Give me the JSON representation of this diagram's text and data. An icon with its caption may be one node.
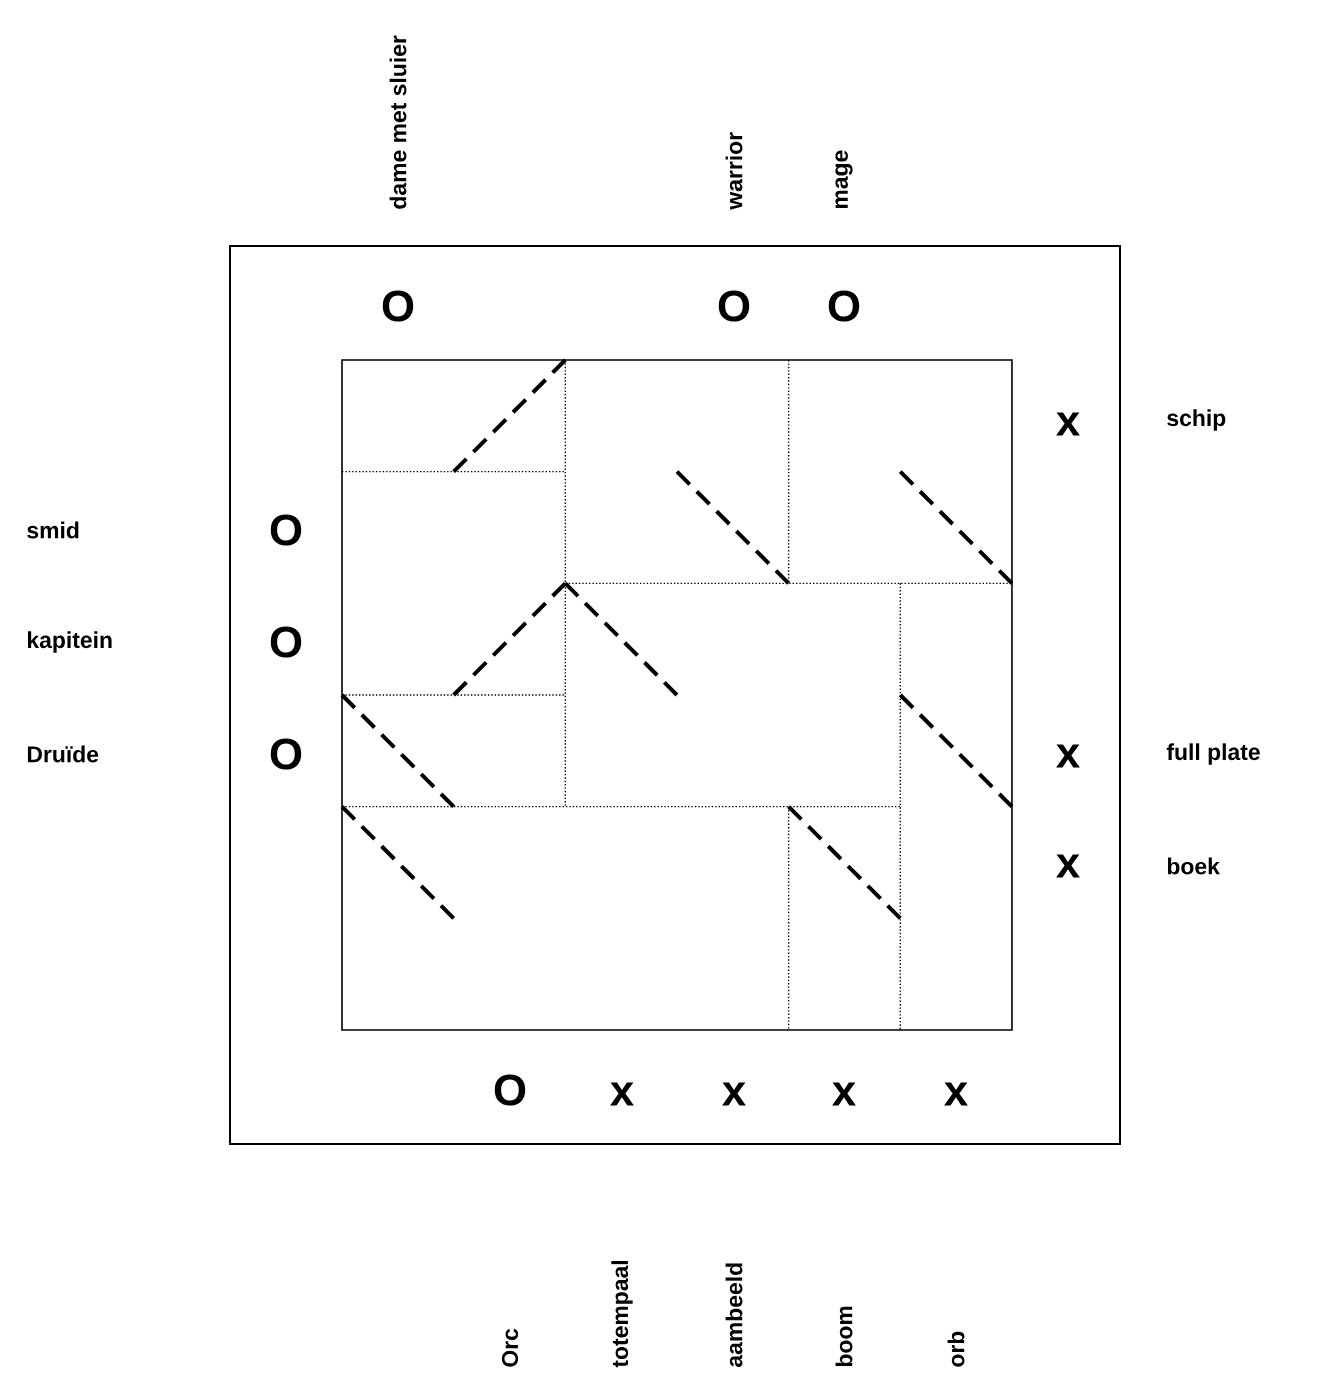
{
  "diagram": {
    "labels": [
      "dame met sluier",
      "warrior",
      "mage",
      "O",
      "O",
      "O",
      "x",
      "schip",
      "smid",
      "O",
      "kapitein",
      "O",
      "Druïde",
      "O",
      "x",
      "full plate",
      "x",
      "boek",
      "O",
      "x",
      "x",
      "x",
      "x",
      "Orc",
      "totempaal",
      "aambeeld",
      "boom",
      "orb"
    ]
  }
}
